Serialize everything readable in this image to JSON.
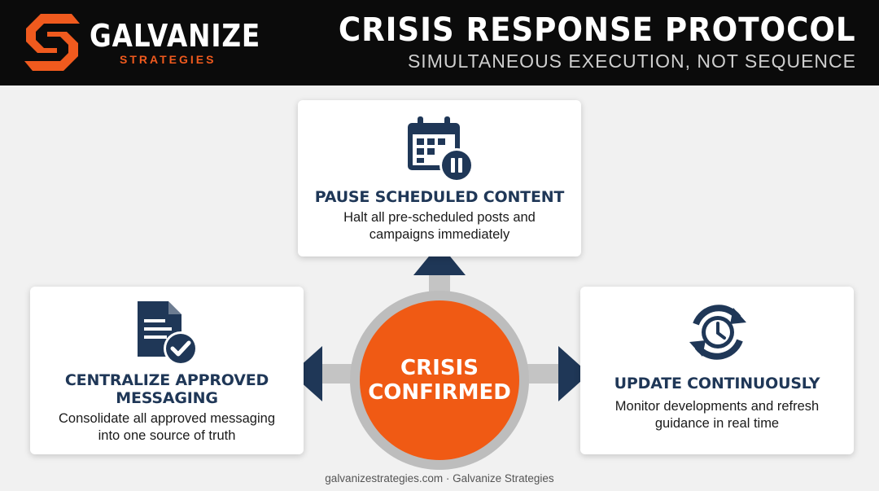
{
  "brand": {
    "name": "GALVANIZE",
    "sub": "STRATEGIES",
    "accent": "#f05a1e"
  },
  "header": {
    "title": "CRISIS RESPONSE PROTOCOL",
    "subtitle": "SIMULTANEOUS EXECUTION, NOT SEQUENCE"
  },
  "center": {
    "line1": "CRISIS",
    "line2": "CONFIRMED",
    "color": "#f05a14"
  },
  "cards": {
    "top": {
      "icon": "calendar-pause-icon",
      "title": "PAUSE SCHEDULED CONTENT",
      "desc1": "Halt all pre-scheduled posts and",
      "desc2": "campaigns immediately"
    },
    "left": {
      "icon": "document-check-icon",
      "title1": "CENTRALIZE APPROVED",
      "title2": "MESSAGING",
      "desc1": "Consolidate all approved messaging",
      "desc2": "into one source of truth"
    },
    "right": {
      "icon": "clock-refresh-icon",
      "title": "UPDATE CONTINUOUSLY",
      "desc1": "Monitor developments and refresh",
      "desc2": "guidance in real time"
    }
  },
  "colors": {
    "navy": "#1f3757",
    "connector": "#c4c4c4",
    "header_bg": "#0b0b0b"
  },
  "footer": {
    "text": "galvanizestrategies.com · Galvanize Strategies"
  }
}
